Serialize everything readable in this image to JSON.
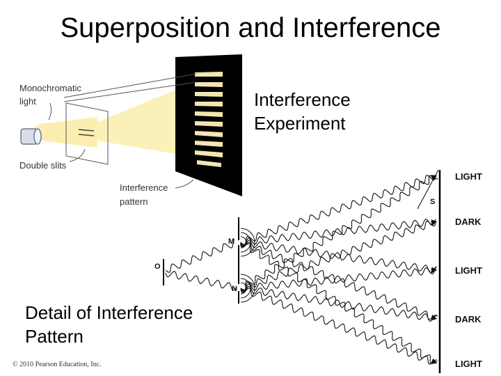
{
  "title": "Superposition and Interference",
  "captions": {
    "experiment_line1": "Interference",
    "experiment_line2": "Experiment",
    "detail_line1": "Detail of Interference",
    "detail_line2": "Pattern"
  },
  "experiment_labels": {
    "monochromatic_line1": "Monochromatic",
    "monochromatic_line2": "light",
    "double_slits": "Double slits",
    "pattern_line1": "Interference",
    "pattern_line2": "pattern"
  },
  "detail_labels": {
    "band_labels": [
      "LIGHT",
      "DARK",
      "LIGHT",
      "DARK",
      "LIGHT"
    ],
    "point_s": "S",
    "point_m": "M",
    "point_n": "N",
    "point_o": "O"
  },
  "copyright": "© 2010 Pearson Education, Inc.",
  "colors": {
    "light_beam": "#fbeeb0",
    "screen": "#000000",
    "fringe": "#f3e6b0"
  }
}
